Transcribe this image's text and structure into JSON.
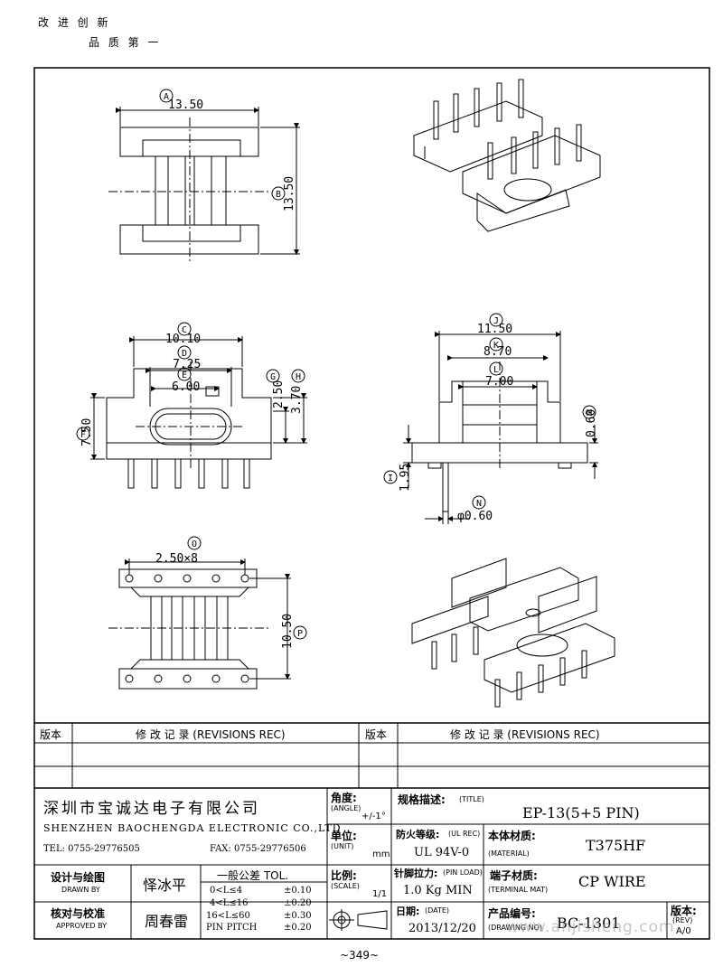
{
  "header": {
    "slogan1": "改 进 创 新",
    "slogan2": "品 质 第 一"
  },
  "drawing": {
    "dims": {
      "A": {
        "letter": "A",
        "value": "13.50"
      },
      "B": {
        "letter": "B",
        "value": "13.50"
      },
      "C": {
        "letter": "C",
        "value": "10.10"
      },
      "D": {
        "letter": "D",
        "value": "7.25"
      },
      "E": {
        "letter": "E",
        "value": "6.00"
      },
      "F": {
        "letter": "F",
        "value": "7.50"
      },
      "G": {
        "letter": "G",
        "value": "2.50"
      },
      "H": {
        "letter": "H",
        "value": "3.70"
      },
      "I": {
        "letter": "I",
        "value": "1.95"
      },
      "J": {
        "letter": "J",
        "value": "11.50"
      },
      "K": {
        "letter": "K",
        "value": "8.70"
      },
      "L": {
        "letter": "L",
        "value": "7.00"
      },
      "M": {
        "letter": "M",
        "value": "0.60"
      },
      "N": {
        "letter": "N",
        "value": "φ0.60"
      },
      "O": {
        "letter": "O",
        "value": "2.50×8"
      },
      "P": {
        "letter": "P",
        "value": "10.50"
      }
    }
  },
  "revisions": {
    "col1": "版本",
    "col2": "修  改  记  录  (REVISIONS REC)",
    "col3": "版本",
    "col4": "修  改  记  录  (REVISIONS REC)"
  },
  "titleblock": {
    "company_cn": "深圳市宝诚达电子有限公司",
    "company_en": "SHENZHEN BAOCHENGDA ELECTRONIC CO.,LTD",
    "tel": "TEL: 0755-29776505",
    "fax": "FAX: 0755-29776506",
    "angle_label": "角度:",
    "angle_en": "(ANGLE)",
    "angle_val": "+/-1°",
    "title_label": "规格描述:",
    "title_en": "(TITLE)",
    "title_val": "EP-13(5+5 PIN)",
    "unit_label": "单位:",
    "unit_en": "(UNIT)",
    "unit_val": "mm",
    "ul_label": "防火等级:",
    "ul_en": "(UL REC)",
    "ul_val": "UL 94V-0",
    "material_label": "本体材质:",
    "material_en": "(MATERIAL)",
    "material_val": "T375HF",
    "drawn_label": "设计与绘图",
    "drawn_en": "DRAWN BY",
    "drawn_val": "怿冰平",
    "tol_label": "一般公差 TOL.",
    "tol_rows": [
      {
        "range": "0<L≤4",
        "val": "±0.10"
      },
      {
        "range": "4<L≤16",
        "val": "±0.20"
      },
      {
        "range": "16<L≤60",
        "val": "±0.30"
      },
      {
        "range": "PIN PITCH",
        "val": "±0.20"
      }
    ],
    "scale_label": "比例:",
    "scale_en": "(SCALE)",
    "scale_val": "1/1",
    "pinload_label": "针脚拉力:",
    "pinload_en": "(PIN LOAD)",
    "pinload_val": "1.0 Kg MIN",
    "terminal_label": "端子材质:",
    "terminal_en": "(TERMINAL MAT)",
    "terminal_val": "CP WIRE",
    "approved_label": "核对与校准",
    "approved_en": "APPROVED BY",
    "approved_val": "周春雷",
    "date_label": "日期:",
    "date_en": "(DATE)",
    "date_val": "2013/12/20",
    "drawingno_label": "产品编号:",
    "drawingno_en": "(DRAWING NO)",
    "drawingno_val": "BC-1301",
    "rev_label": "版本:",
    "rev_en": "(REV)",
    "rev_val": "A/0"
  },
  "watermark": "www.anjisheng.com",
  "page_number": "~349~"
}
